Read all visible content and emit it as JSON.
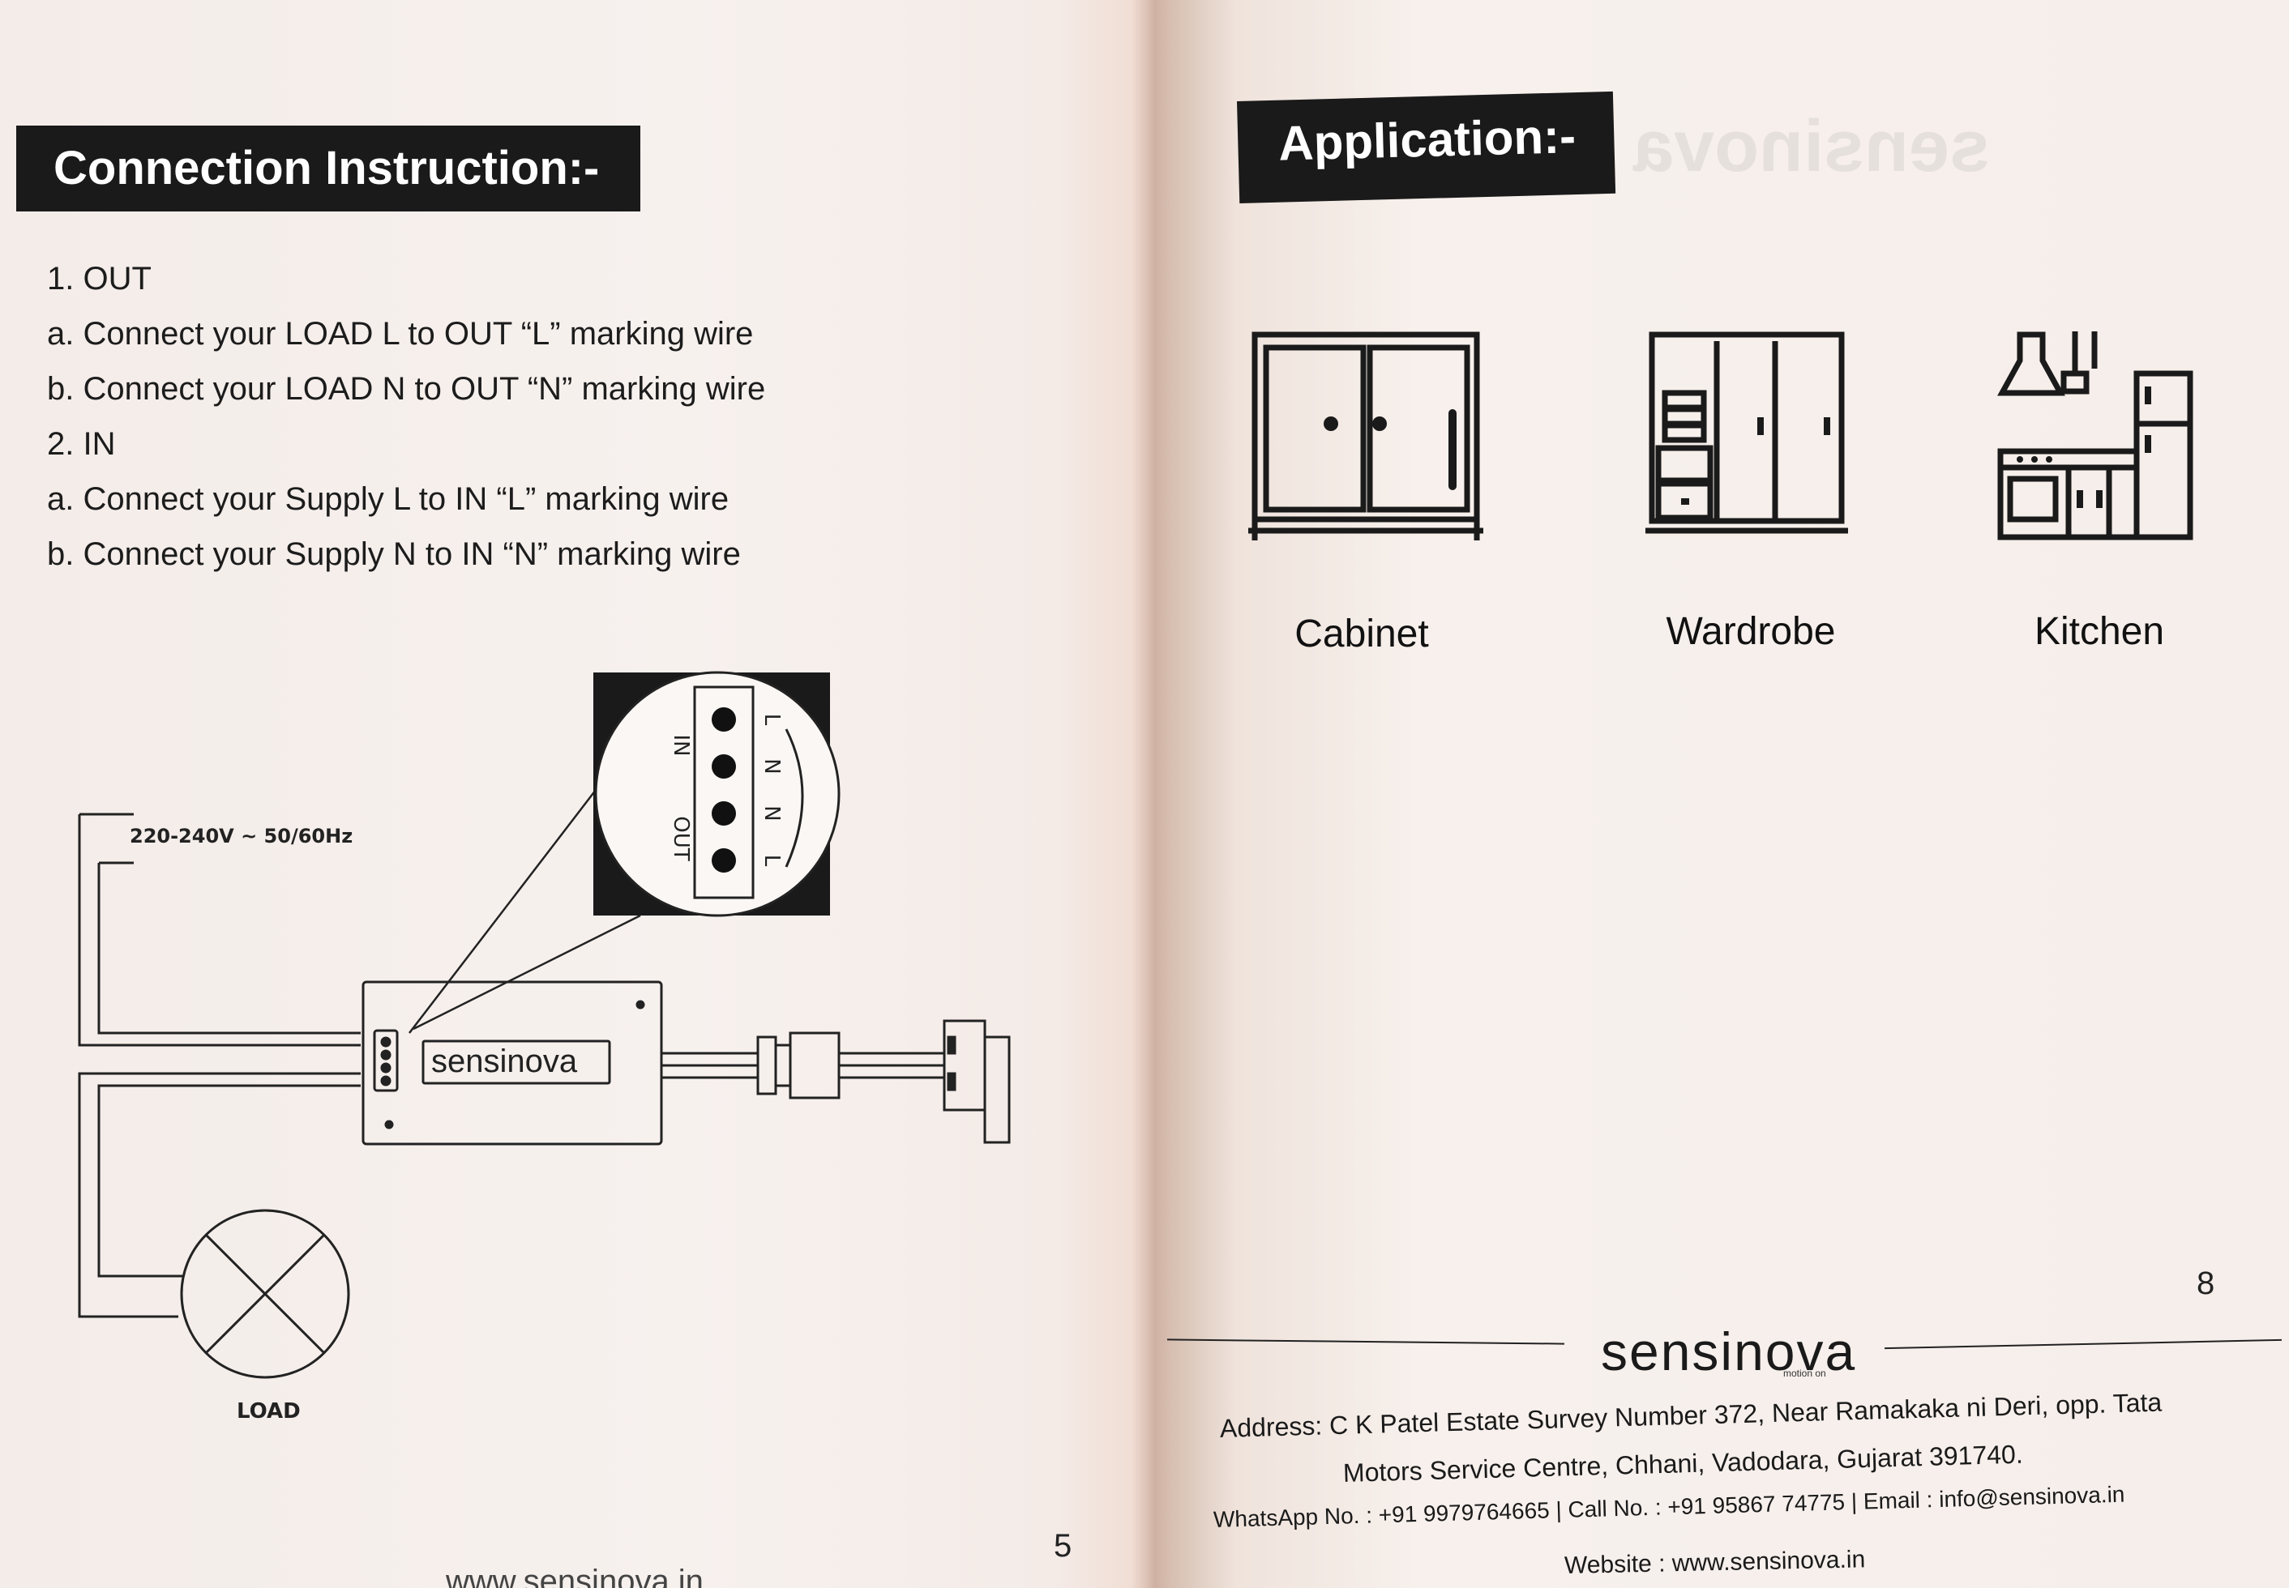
{
  "left_page": {
    "heading": "Connection Instruction:-",
    "instructions": [
      "1. OUT",
      "a. Connect your LOAD L to OUT “L” marking wire",
      "b. Connect your LOAD N to OUT “N” marking wire",
      "2. IN",
      "a. Connect your Supply L to IN “L” marking wire",
      "b. Connect your Supply N to IN “N” marking wire"
    ],
    "diagram": {
      "supply_label": "220-240V ~ 50/60Hz",
      "load_label": "LOAD",
      "device_brand": "sensinova",
      "terminal_in_label": "IN",
      "terminal_out_label": "OUT",
      "terminal_letters": [
        "L",
        "N",
        "N",
        "L"
      ]
    },
    "page_number": "5",
    "footer_url": "www.sensinova.in"
  },
  "right_page": {
    "heading": "Application:-",
    "applications": [
      {
        "label": "Cabinet",
        "icon": "cabinet-icon"
      },
      {
        "label": "Wardrobe",
        "icon": "wardrobe-icon"
      },
      {
        "label": "Kitchen",
        "icon": "kitchen-icon"
      }
    ],
    "page_number": "8",
    "brand": "sensinova",
    "brand_tagline": "motion on",
    "address_line1": "Address: C K Patel Estate Survey Number 372, Near Ramakaka ni Deri, opp. Tata",
    "address_line2": "Motors Service Centre, Chhani, Vadodara, Gujarat 391740.",
    "contact_line": "WhatsApp No. : +91 9979764665  |  Call No. : +91 95867 74775  |  Email : info@sensinova.in",
    "website_line": "Website : www.sensinova.in"
  }
}
